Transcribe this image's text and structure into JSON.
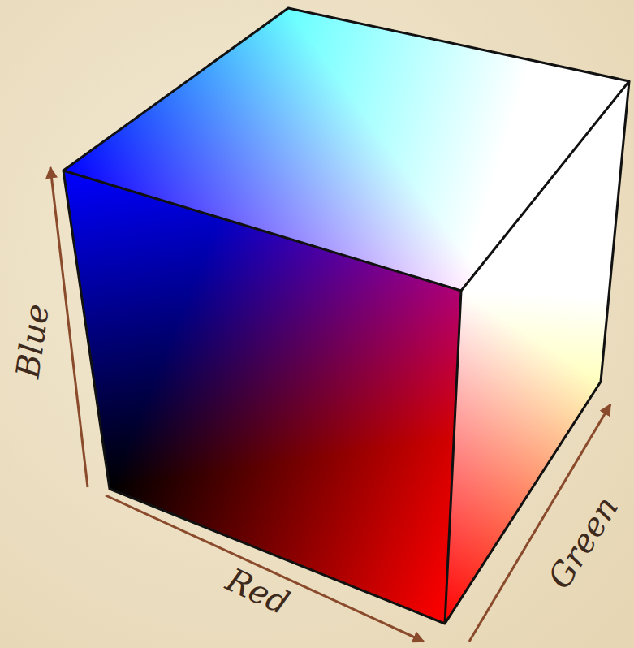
{
  "diagram": {
    "labels": [
      "Blue",
      "Red",
      "Green"
    ]
  }
}
